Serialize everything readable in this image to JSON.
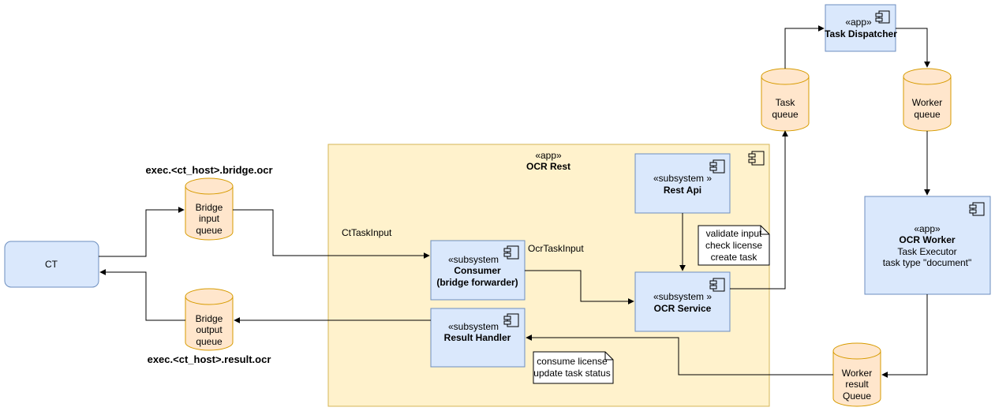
{
  "ct": {
    "label": "CT"
  },
  "bridge_input_queue": {
    "lines": [
      "Bridge",
      "input",
      "queue"
    ],
    "caption": "exec.<ct_host>.bridge.ocr"
  },
  "bridge_output_queue": {
    "lines": [
      "Bridge",
      "output",
      "queue"
    ],
    "caption": "exec.<ct_host>.result.ocr"
  },
  "ocr_rest": {
    "stereotype": "«app»",
    "name": "OCR Rest"
  },
  "rest_api": {
    "stereotype": "«subsystem »",
    "name": "Rest Api"
  },
  "consumer": {
    "stereotype": "«subsystem",
    "name_lines": [
      "Consumer",
      "(bridge forwarder)"
    ]
  },
  "ocr_service": {
    "stereotype": "«subsystem »",
    "name": "OCR Service"
  },
  "result_handler": {
    "stereotype": "«subsystem",
    "name": "Result Handler"
  },
  "notes": {
    "validate": [
      "validate input",
      "check license",
      "create task"
    ],
    "consume": [
      "consume license",
      "update task status"
    ]
  },
  "edge_labels": {
    "ct_task_input": "CtTaskInput",
    "ocr_task_input": "OcrTaskInput"
  },
  "task_queue": {
    "lines": [
      "Task",
      "queue"
    ]
  },
  "task_dispatcher": {
    "stereotype": "«app»",
    "name": "Task Dispatcher"
  },
  "worker_queue": {
    "lines": [
      "Worker",
      "queue"
    ]
  },
  "ocr_worker": {
    "stereotype": "«app»",
    "name": "OCR Worker",
    "lines": [
      "Task Executor",
      "task type \"document\""
    ]
  },
  "worker_result_queue": {
    "lines": [
      "Worker",
      "result",
      "Queue"
    ]
  },
  "colors": {
    "box_fill": "#dae8fc",
    "box_stroke": "#6c8ebf",
    "queue_fill": "#ffe6cc",
    "queue_stroke": "#d79b00",
    "group_fill": "#fff2cc",
    "group_stroke": "#d6b656"
  }
}
